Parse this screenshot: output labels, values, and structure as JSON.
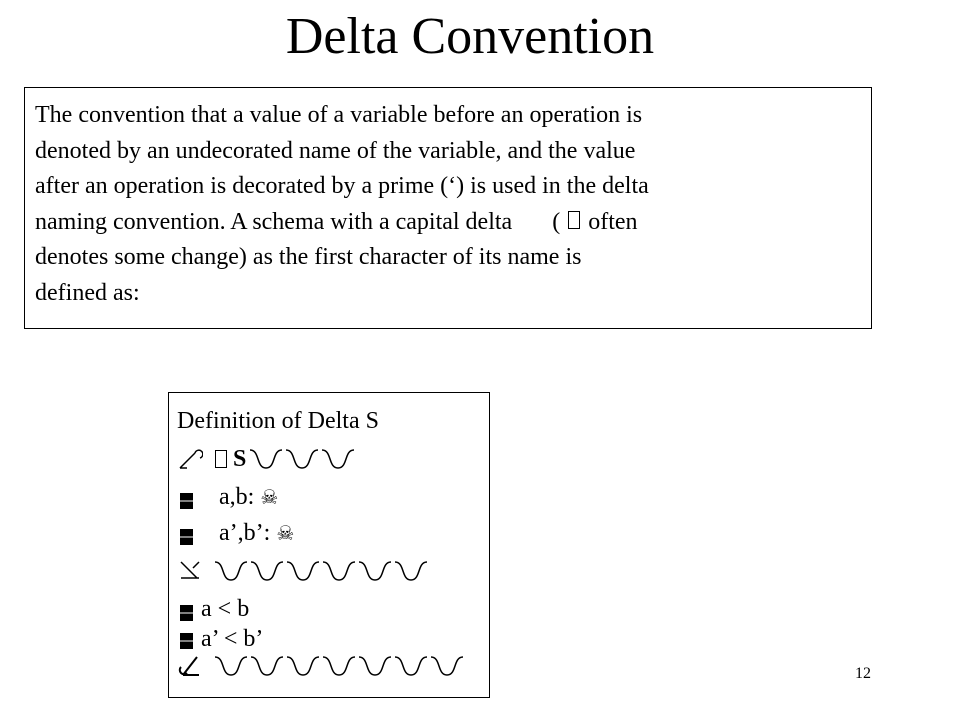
{
  "slide": {
    "title": "Delta Convention",
    "page_number": "12"
  },
  "definition": {
    "line1": "The convention that a value of a variable before an operation is",
    "line2": "denoted by an undecorated name of the variable, and the value",
    "line3": "after an operation is decorated by a prime (‘) is used in the delta",
    "line4_a": "naming convention. A schema with a capital delta",
    "line4_b": "(",
    "line4_c": "often",
    "line5": "denotes some change) as the first character of its name is",
    "line6": "defined as:"
  },
  "schema": {
    "heading": "Definition of Delta S",
    "name": "S",
    "decl1": "a,b:",
    "decl2": "a’,b’:",
    "pred1": "a < b",
    "pred2": "a’ < b’"
  },
  "icons": {
    "missing_glyph": "box-glyph",
    "schema_top": "schema-top-corner-icon",
    "schema_mid": "schema-divider-icon",
    "schema_bottom": "schema-bottom-corner-icon",
    "bullet": "square-bullet-icon",
    "type": "natural-numbers-type-icon"
  }
}
